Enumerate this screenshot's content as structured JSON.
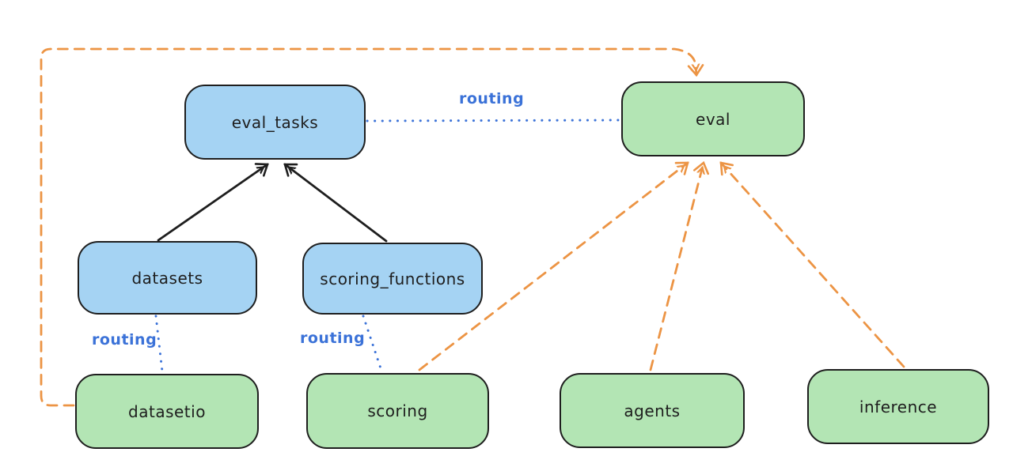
{
  "diagram": {
    "nodes": {
      "eval_tasks": {
        "label": "eval_tasks",
        "color": "blue"
      },
      "eval": {
        "label": "eval",
        "color": "green"
      },
      "datasets": {
        "label": "datasets",
        "color": "blue"
      },
      "scoring_functions": {
        "label": "scoring_functions",
        "color": "blue"
      },
      "datasetio": {
        "label": "datasetio",
        "color": "green"
      },
      "scoring": {
        "label": "scoring",
        "color": "green"
      },
      "agents": {
        "label": "agents",
        "color": "green"
      },
      "inference": {
        "label": "inference",
        "color": "green"
      }
    },
    "edge_labels": {
      "eval_tasks_to_eval": "routing",
      "datasets_to_datasetio": "routing",
      "scoring_functions_to_scoring": "routing"
    },
    "edges": [
      {
        "from": "datasets",
        "to": "eval_tasks",
        "style": "solid",
        "color": "black",
        "arrow": true
      },
      {
        "from": "scoring_functions",
        "to": "eval_tasks",
        "style": "solid",
        "color": "black",
        "arrow": true
      },
      {
        "from": "eval_tasks",
        "to": "eval",
        "style": "dotted",
        "color": "blue",
        "label": "routing",
        "arrow": false
      },
      {
        "from": "datasets",
        "to": "datasetio",
        "style": "dotted",
        "color": "blue",
        "label": "routing",
        "arrow": false
      },
      {
        "from": "scoring_functions",
        "to": "scoring",
        "style": "dotted",
        "color": "blue",
        "label": "routing",
        "arrow": false
      },
      {
        "from": "datasetio",
        "to": "eval",
        "style": "dashed",
        "color": "orange",
        "arrow": true
      },
      {
        "from": "scoring",
        "to": "eval",
        "style": "dashed",
        "color": "orange",
        "arrow": true
      },
      {
        "from": "agents",
        "to": "eval",
        "style": "dashed",
        "color": "orange",
        "arrow": true
      },
      {
        "from": "inference",
        "to": "eval",
        "style": "dashed",
        "color": "orange",
        "arrow": true
      }
    ],
    "colors": {
      "background": "#ffffff",
      "node_stroke": "#1e1e1e",
      "blue_node_fill": "#a5d3f3",
      "green_node_fill": "#b3e5b4",
      "orange_edge": "#ec9444",
      "blue_edge": "#3b72d8"
    }
  }
}
